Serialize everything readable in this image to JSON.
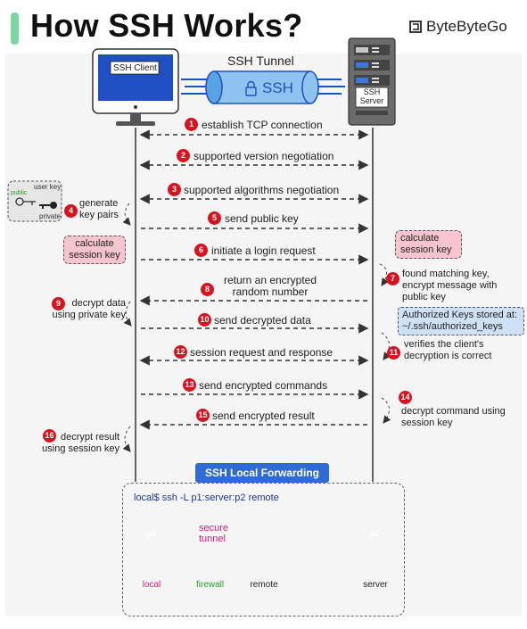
{
  "header": {
    "title": "How SSH Works?",
    "brand": "ByteByteGo"
  },
  "actors": {
    "client": "SSH Client",
    "server_line1": "SSH",
    "server_line2": "Server",
    "tunnel_label": "SSH Tunnel",
    "tunnel_text": "SSH"
  },
  "key_pair": {
    "user_key": "user key",
    "public": "public",
    "private": "private"
  },
  "steps": [
    {
      "num": "1",
      "label": "establish TCP connection"
    },
    {
      "num": "2",
      "label": "supported version negotiation"
    },
    {
      "num": "3",
      "label": "supported algorithms negotiation"
    },
    {
      "num": "5",
      "label": "send public key"
    },
    {
      "num": "6",
      "label": "initiate a login request"
    },
    {
      "num": "8",
      "label1": "return an encrypted",
      "label2": "random number"
    },
    {
      "num": "10",
      "label": "send decrypted data"
    },
    {
      "num": "12",
      "label": "session request and response"
    },
    {
      "num": "13",
      "label": "send encrypted commands"
    },
    {
      "num": "15",
      "label": "send encrypted result"
    }
  ],
  "side_notes": {
    "generate": {
      "num": "4",
      "line1": "generate",
      "line2": "key pairs"
    },
    "client_session_key": {
      "line1": "calculate",
      "line2": "session key"
    },
    "server_session_key": {
      "line1": "calculate",
      "line2": "session key"
    },
    "found_key": {
      "num": "7",
      "line1": "found matching key,",
      "line2": "encrypt message with",
      "line3": "public key"
    },
    "auth_keys": {
      "line1": "Authorized Keys stored at:",
      "line2": "~/.ssh/authorized_keys"
    },
    "decrypt_private": {
      "num": "9",
      "line1": "decrypt data",
      "line2": "using private key"
    },
    "verify": {
      "num": "11",
      "line1": "verifies the client's",
      "line2": "decryption is correct"
    },
    "decrypt_command": {
      "num": "14",
      "line1": "decrypt command using",
      "line2": "session key"
    },
    "decrypt_result": {
      "num": "16",
      "line1": "decrypt result",
      "line2": "using session key"
    }
  },
  "forwarding": {
    "title": "SSH Local Forwarding",
    "command": "local$  ssh  -L p1:server:p2 remote",
    "p1": "p1",
    "p2": "p2",
    "local": "local",
    "remote": "remote",
    "server": "server",
    "secure1": "secure",
    "secure2": "tunnel",
    "firewall": "firewall"
  },
  "colors": {
    "arrow": "#333333",
    "accent_blue": "#2f6bd6",
    "step_red": "#d9121f",
    "pink_note": "#f7c4cf",
    "blue_note": "#cfe1f7",
    "firewall": "#e8862a",
    "tunnel_pink": "#d81b7a"
  }
}
